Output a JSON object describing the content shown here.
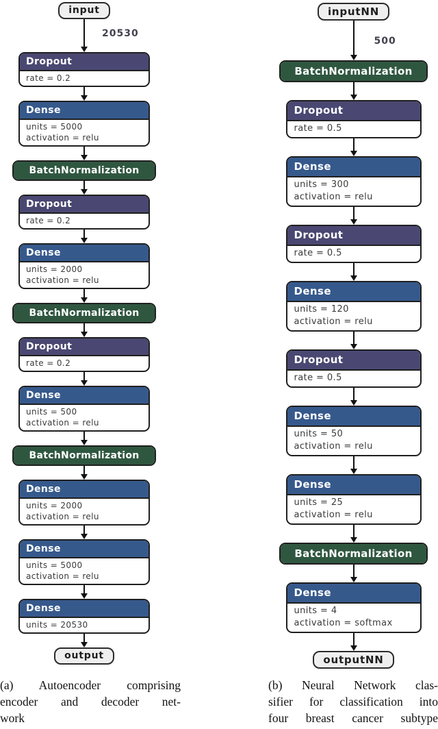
{
  "colors": {
    "dropout_header": "#4a4872",
    "dense_header": "#36598c",
    "batchnorm": "#2f5740",
    "box_border": "#1f1f1f",
    "pill_background": "#efefef",
    "arrow": "#111111"
  },
  "diagram": {
    "columns": [
      {
        "id": "autoencoder",
        "input_label": "input",
        "edge_label": "20530",
        "output_label": "output",
        "caption_lines": [
          "(a) Autoencoder comprising",
          "encoder and decoder net-",
          "work"
        ],
        "nodes": [
          {
            "type": "dropout",
            "title": "Dropout",
            "params": [
              "rate = 0.2"
            ]
          },
          {
            "type": "dense",
            "title": "Dense",
            "params": [
              "units = 5000",
              "activation = relu"
            ]
          },
          {
            "type": "batchnorm",
            "title": "BatchNormalization",
            "params": []
          },
          {
            "type": "dropout",
            "title": "Dropout",
            "params": [
              "rate = 0.2"
            ]
          },
          {
            "type": "dense",
            "title": "Dense",
            "params": [
              "units = 2000",
              "activation = relu"
            ]
          },
          {
            "type": "batchnorm",
            "title": "BatchNormalization",
            "params": []
          },
          {
            "type": "dropout",
            "title": "Dropout",
            "params": [
              "rate = 0.2"
            ]
          },
          {
            "type": "dense",
            "title": "Dense",
            "params": [
              "units = 500",
              "activation = relu"
            ]
          },
          {
            "type": "batchnorm",
            "title": "BatchNormalization",
            "params": []
          },
          {
            "type": "dense",
            "title": "Dense",
            "params": [
              "units = 2000",
              "activation = relu"
            ]
          },
          {
            "type": "dense",
            "title": "Dense",
            "params": [
              "units = 5000",
              "activation = relu"
            ]
          },
          {
            "type": "dense",
            "title": "Dense",
            "params": [
              "units = 20530"
            ]
          }
        ]
      },
      {
        "id": "nn-classifier",
        "input_label": "inputNN",
        "edge_label": "500",
        "output_label": "outputNN",
        "caption_lines": [
          "(b) Neural Network clas-",
          "sifier for classification into",
          "four breast cancer subtype"
        ],
        "nodes": [
          {
            "type": "batchnorm",
            "title": "BatchNormalization",
            "params": []
          },
          {
            "type": "dropout",
            "title": "Dropout",
            "params": [
              "rate = 0.5"
            ]
          },
          {
            "type": "dense",
            "title": "Dense",
            "params": [
              "units = 300",
              "activation = relu"
            ]
          },
          {
            "type": "dropout",
            "title": "Dropout",
            "params": [
              "rate = 0.5"
            ]
          },
          {
            "type": "dense",
            "title": "Dense",
            "params": [
              "units = 120",
              "activation = relu"
            ]
          },
          {
            "type": "dropout",
            "title": "Dropout",
            "params": [
              "rate = 0.5"
            ]
          },
          {
            "type": "dense",
            "title": "Dense",
            "params": [
              "units = 50",
              "activation = relu"
            ]
          },
          {
            "type": "dense",
            "title": "Dense",
            "params": [
              "units = 25",
              "activation = relu"
            ]
          },
          {
            "type": "batchnorm",
            "title": "BatchNormalization",
            "params": []
          },
          {
            "type": "dense",
            "title": "Dense",
            "params": [
              "units = 4",
              "activation = softmax"
            ]
          }
        ]
      }
    ]
  }
}
